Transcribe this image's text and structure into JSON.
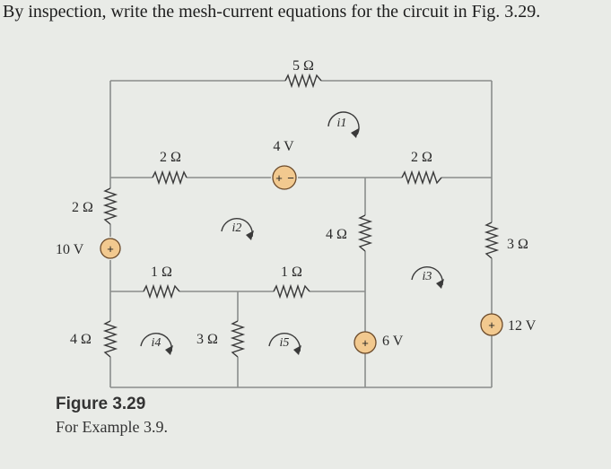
{
  "question": "By inspection, write the mesh-current equations for the circuit in Fig. 3.29.",
  "figure": {
    "title": "Figure 3.29",
    "caption": "For Example 3.9."
  },
  "labels": {
    "r_top": "5 Ω",
    "r_left_top": "2 Ω",
    "r_left_mid": "1 Ω",
    "r_mid_mid": "1 Ω",
    "r_right_top": "2 Ω",
    "r_left_vertical": "2 Ω",
    "r_left_bottom": "4 Ω",
    "r_center_vertical": "3 Ω",
    "r_mid_vertical": "4 Ω",
    "r_right_vertical": "3 Ω",
    "v_left": "10 V",
    "v_top": "4 V",
    "v_mid": "6 V",
    "v_right": "12 V",
    "plus": "+",
    "minus": "−"
  },
  "mesh_currents": [
    "i1",
    "i2",
    "i3",
    "i4",
    "i5"
  ]
}
